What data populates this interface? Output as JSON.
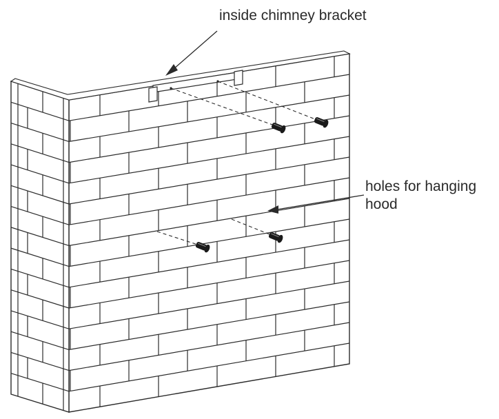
{
  "labels": {
    "bracket": "inside chimney bracket",
    "holes_line1": "holes for hanging",
    "holes_line2": "hood"
  },
  "colors": {
    "line": "#2b2b2b",
    "wall_fill": "#ffffff",
    "anchor": "#1a1a1a"
  }
}
